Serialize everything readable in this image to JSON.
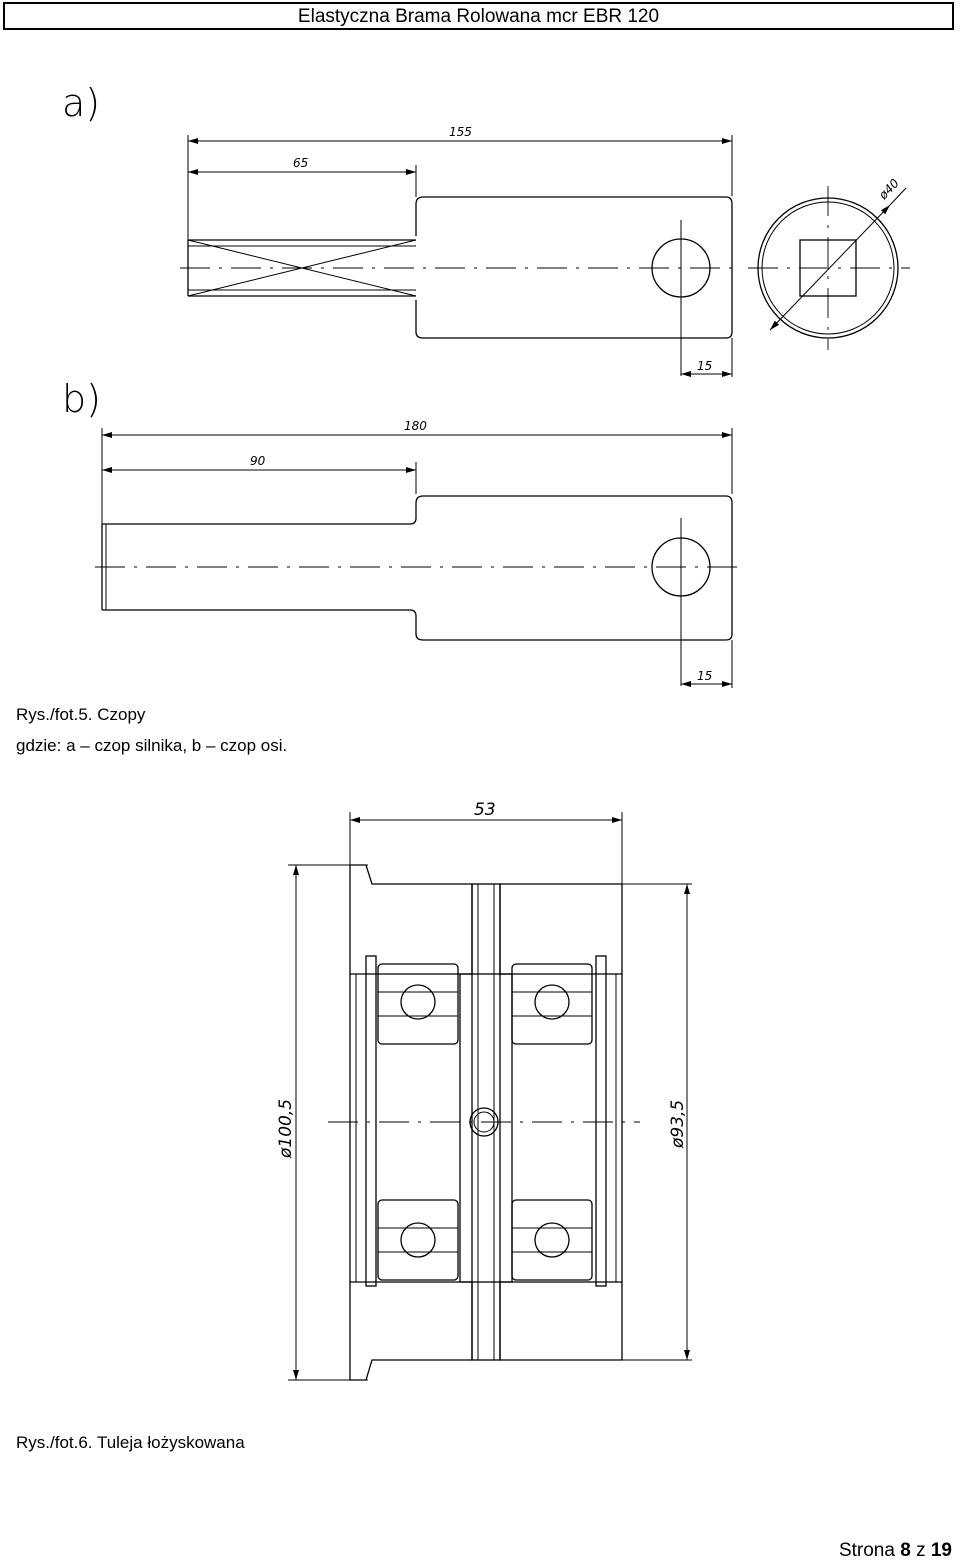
{
  "header": {
    "title": "Elastyczna Brama Rolowana mcr EBR 120"
  },
  "figure5": {
    "label_a": "a)",
    "label_b": "b)",
    "dims_a": {
      "total": "155",
      "part": "65",
      "hole_offset": "15",
      "diameter": "ø40"
    },
    "dims_b": {
      "total": "180",
      "part": "90",
      "hole_offset": "15"
    },
    "caption_line1": "Rys./fot.5. Czopy",
    "caption_line2": "gdzie: a – czop silnika, b – czop osi."
  },
  "figure6": {
    "dims": {
      "width": "53",
      "outer_diameter": "ø100,5",
      "inner_diameter": "ø93,5"
    },
    "caption": "Rys./fot.6. Tuleja łożyskowana"
  },
  "footer": {
    "prefix": "Strona",
    "page": "8",
    "sep": "z",
    "total": "19"
  }
}
